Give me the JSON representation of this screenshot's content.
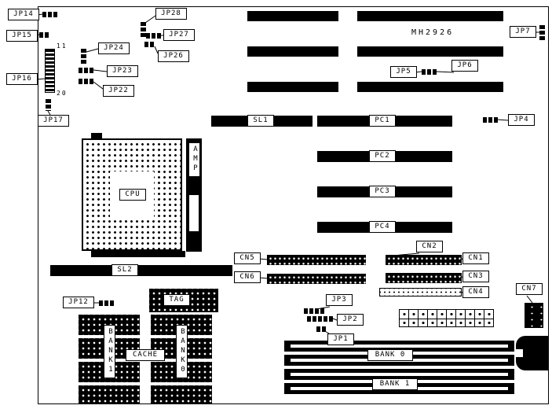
{
  "board": {
    "model": "MH2926",
    "pin_labels": {
      "start": "11",
      "end": "20"
    }
  },
  "jumpers": {
    "jp1": "JP1",
    "jp2": "JP2",
    "jp3": "JP3",
    "jp4": "JP4",
    "jp5": "JP5",
    "jp6": "JP6",
    "jp7": "JP7",
    "jp12": "JP12",
    "jp14": "JP14",
    "jp15": "JP15",
    "jp16": "JP16",
    "jp17": "JP17",
    "jp22": "JP22",
    "jp23": "JP23",
    "jp24": "JP24",
    "jp26": "JP26",
    "jp27": "JP27",
    "jp28": "JP28"
  },
  "slots": {
    "sl1": "SL1",
    "sl2": "SL2",
    "pc1": "PC1",
    "pc2": "PC2",
    "pc3": "PC3",
    "pc4": "PC4"
  },
  "connectors": {
    "cn1": "CN1",
    "cn2": "CN2",
    "cn3": "CN3",
    "cn4": "CN4",
    "cn5": "CN5",
    "cn6": "CN6",
    "cn7": "CN7"
  },
  "cpu": {
    "label": "CPU",
    "amp": "AMP"
  },
  "memory": {
    "tag": "TAG",
    "cache": "CACHE",
    "bank1_chips": "BANK1",
    "bank0_chips": "BANK0",
    "simm_bank0": "BANK 0",
    "simm_bank1": "BANK 1"
  }
}
